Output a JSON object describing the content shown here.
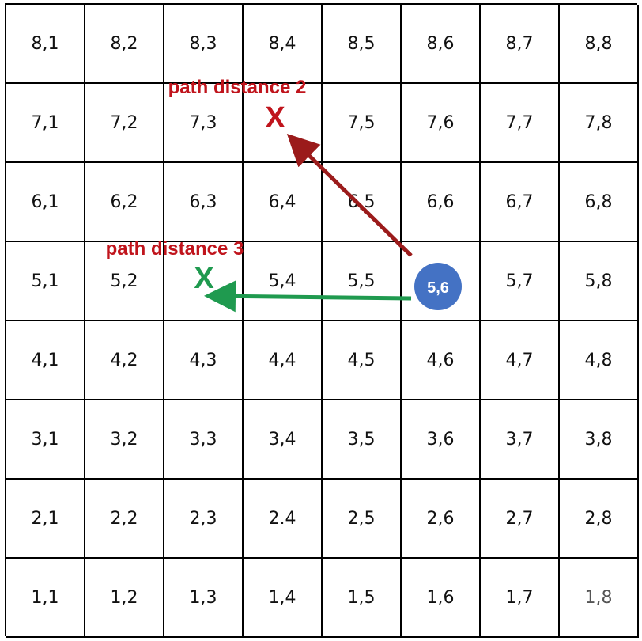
{
  "grid": {
    "rows": [
      {
        "row": 8,
        "cells": [
          "8,1",
          "8,2",
          "8,3",
          "8,4",
          "8,5",
          "8,6",
          "8,7",
          "8,8"
        ]
      },
      {
        "row": 7,
        "cells": [
          "7,1",
          "7,2",
          "7,3",
          "",
          "7,5",
          "7,6",
          "7,7",
          "7,8"
        ]
      },
      {
        "row": 6,
        "cells": [
          "6,1",
          "6,2",
          "6,3",
          "6,4",
          "6,5",
          "6,6",
          "6,7",
          "6,8"
        ]
      },
      {
        "row": 5,
        "cells": [
          "5,1",
          "5,2",
          "",
          "5,4",
          "5,5",
          "",
          "5,7",
          "5,8"
        ]
      },
      {
        "row": 4,
        "cells": [
          "4,1",
          "4,2",
          "4,3",
          "4,4",
          "4,5",
          "4,6",
          "4,7",
          "4,8"
        ]
      },
      {
        "row": 3,
        "cells": [
          "3,1",
          "3,2",
          "3,3",
          "3,4",
          "3,5",
          "3,6",
          "3,7",
          "3,8"
        ]
      },
      {
        "row": 2,
        "cells": [
          "2,1",
          "2,2",
          "2,3",
          "2.4",
          "2,5",
          "2,6",
          "2,7",
          "2,8"
        ]
      },
      {
        "row": 1,
        "cells": [
          "1,1",
          "1,2",
          "1,3",
          "1,4",
          "1,5",
          "1,6",
          "1,7",
          "1,8"
        ]
      }
    ]
  },
  "piece": {
    "label": "5,6",
    "color": "#4472c4"
  },
  "targets": [
    {
      "name": "red-target",
      "marker": "X",
      "label": "path distance 2",
      "color": "#c0141c",
      "arrow_color": "#9b1b1b"
    },
    {
      "name": "green-target",
      "marker": "X",
      "label": "path distance 3",
      "color": "#1f9a4f",
      "arrow_color": "#1f9a4f"
    }
  ],
  "colors": {
    "grid_line": "#000000",
    "text": "#111111"
  }
}
